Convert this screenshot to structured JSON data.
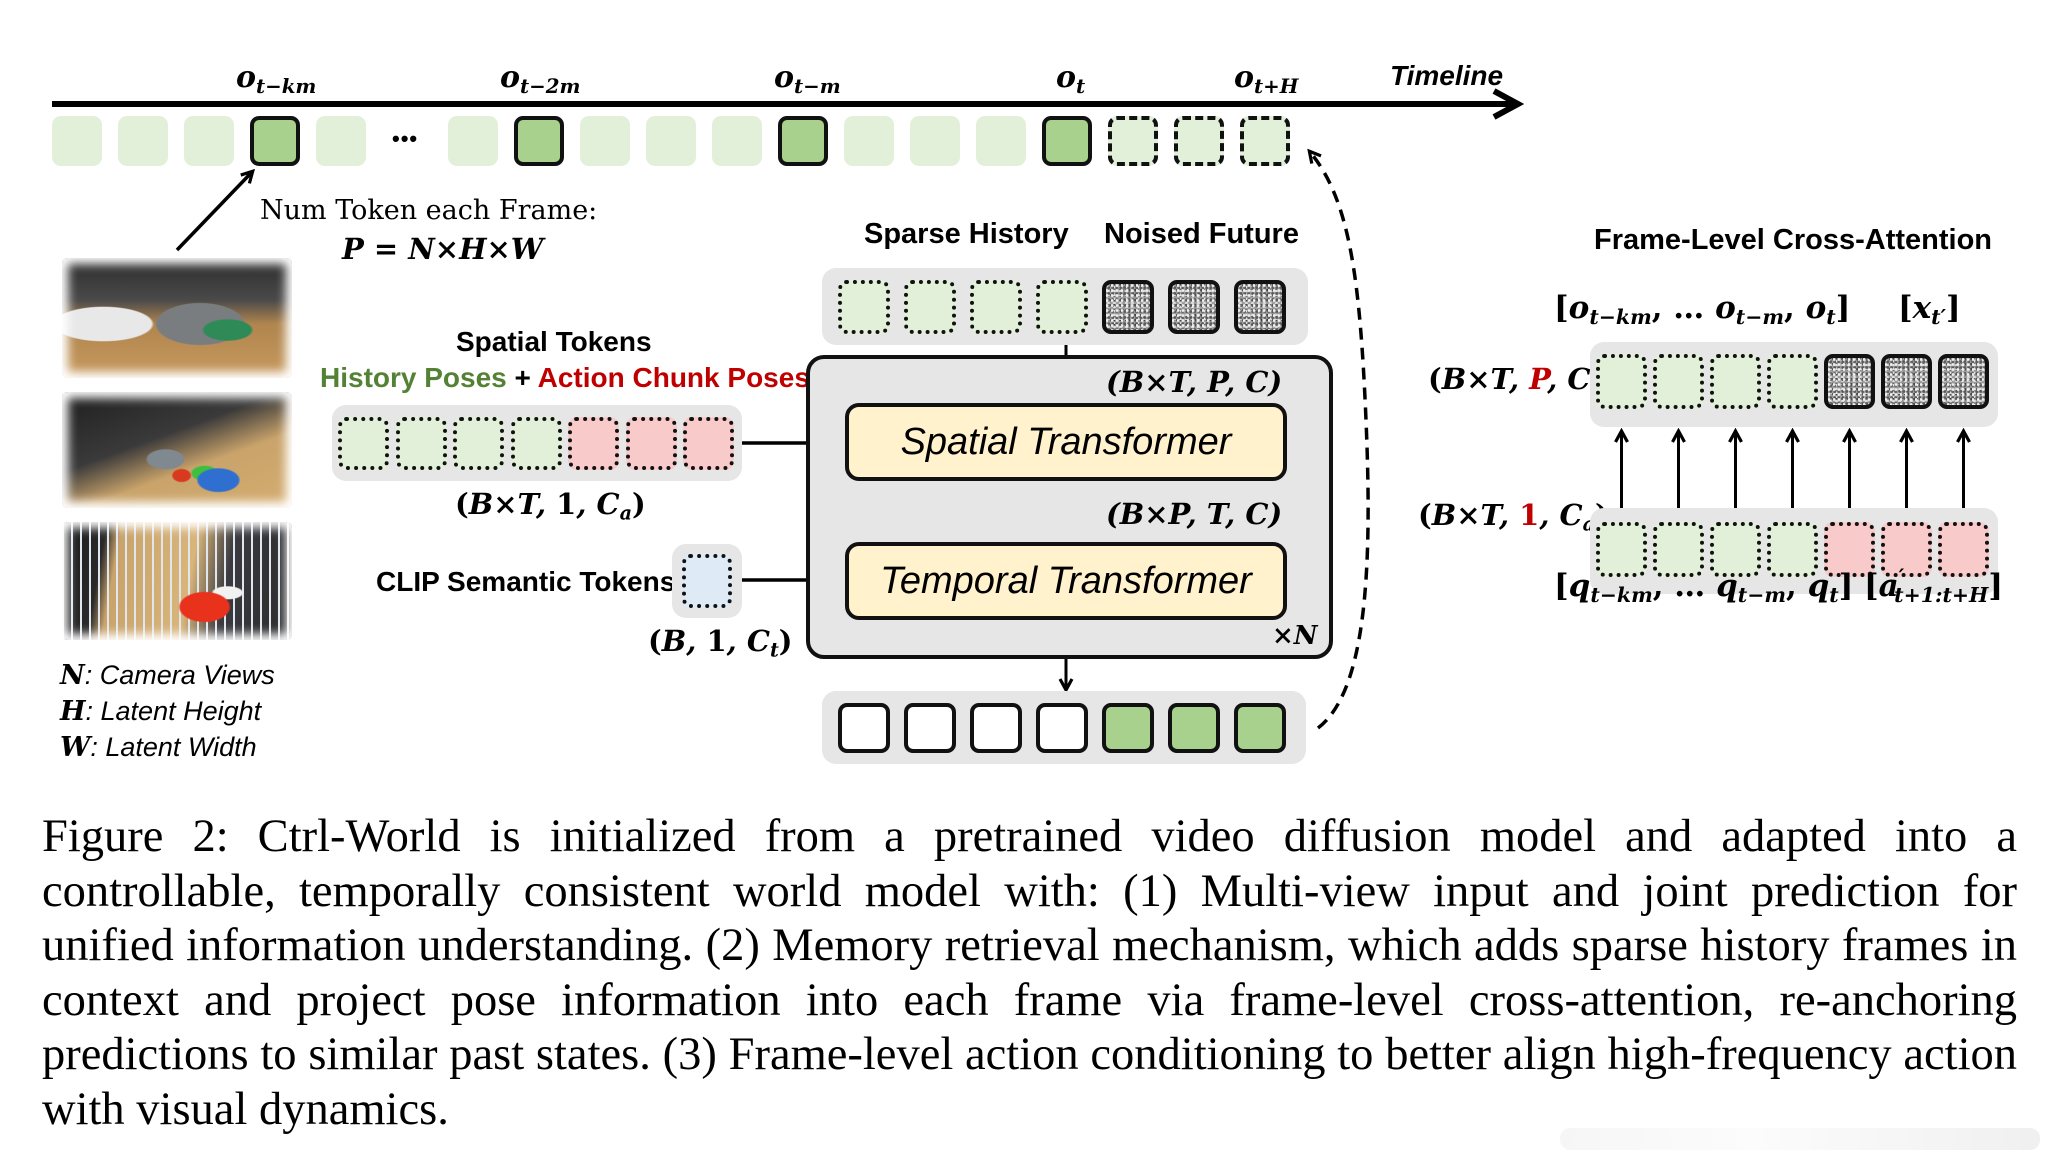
{
  "timeline": {
    "label": "Timeline",
    "markers": [
      {
        "base": "o",
        "sub": "t−km"
      },
      {
        "base": "o",
        "sub": "t−2m"
      },
      {
        "base": "o",
        "sub": "t−m"
      },
      {
        "base": "o",
        "sub": "t"
      },
      {
        "base": "o",
        "sub": "t+H"
      }
    ],
    "ellipsis": "•••",
    "frames": [
      "faint",
      "faint",
      "faint",
      "key",
      "faint",
      "gap",
      "faint",
      "key",
      "faint",
      "faint",
      "faint",
      "key",
      "faint",
      "faint",
      "faint",
      "key",
      "future",
      "future",
      "future"
    ]
  },
  "num_token": {
    "line1": "Num Token each Frame:",
    "formula": "P = N×H×W"
  },
  "camera_views": {
    "images": [
      "camera-view-1",
      "camera-view-2",
      "camera-view-3"
    ],
    "legend": [
      {
        "sym": "N",
        "text": ": Camera Views"
      },
      {
        "sym": "H",
        "text": ": Latent Height"
      },
      {
        "sym": "W",
        "text": ": Latent Width"
      }
    ]
  },
  "spatial_tokens": {
    "title": "Spatial Tokens",
    "history_label": "History Poses",
    "plus": " + ",
    "action_label": "Action Chunk Poses",
    "tokens": [
      "history",
      "history",
      "history",
      "history",
      "action",
      "action",
      "action"
    ],
    "shape": {
      "open": "(B×T, ",
      "one": "1",
      "sep": ", ",
      "c": "C",
      "sub": "a",
      "close": ")"
    }
  },
  "clip_tokens": {
    "label": "CLIP Semantic Tokens",
    "shape": {
      "open": "(B, ",
      "one": "1",
      "sep": ", ",
      "c": "C",
      "sub": "t",
      "close": ")"
    }
  },
  "input_sequence": {
    "history_label": "Sparse History",
    "future_label": "Noised Future",
    "tokens": [
      "history",
      "history",
      "history",
      "history",
      "noise",
      "noise",
      "noise"
    ]
  },
  "transformer_block": {
    "spatial": "Spatial Transformer",
    "temporal": "Temporal Transformer",
    "shape_in": "(B×T, P, C)",
    "shape_mid": "(B×P, T, C)",
    "repeat": "×N"
  },
  "output_sequence": {
    "tokens": [
      "empty",
      "empty",
      "empty",
      "empty",
      "predicted",
      "predicted",
      "predicted"
    ]
  },
  "cross_attention": {
    "title": "Frame-Level Cross-Attention",
    "top_label_left": {
      "parts": [
        "[",
        "o",
        "t−km",
        ", … ",
        "o",
        "t−m",
        ", ",
        "o",
        "t",
        "]"
      ]
    },
    "top_label_right": "[x_t′]",
    "row1_shape": {
      "open": "(B×T, ",
      "hl": "P",
      "close": ", C)"
    },
    "row2_shape": {
      "open": "(B×T, ",
      "hl": "1",
      "sep": ", ",
      "c": "C",
      "sub": "a",
      "close": ")"
    },
    "row1_tokens": [
      "history",
      "history",
      "history",
      "history",
      "noise",
      "noise",
      "noise"
    ],
    "row2_tokens": [
      "history",
      "history",
      "history",
      "history",
      "action",
      "action",
      "action"
    ],
    "bottom_label_left": "[q_t−km, … q_t−m, q_t]",
    "bottom_label_right": "[a′_t+1:t+H]"
  },
  "colors": {
    "key_frame_green": "#a9d18e",
    "faint_green": "#e2f0d9",
    "action_pink": "#f8cbca",
    "clip_blue": "#deebf7",
    "transformer_yellow": "#fff2cc",
    "history_text_green": "#548235",
    "action_text_red": "#c00000",
    "panel_gray": "#e6e6e6"
  },
  "caption": {
    "text": "Figure 2:  Ctrl-World is initialized from a pretrained video diffusion model and adapted into a controllable, temporally consistent world model with: (1) Multi-view input and joint prediction for unified information understanding.  (2) Memory retrieval mechanism, which adds sparse history frames in context and project pose information into each frame via frame-level cross-attention, re-anchoring predictions to similar past states. (3) Frame-level action conditioning to better align high-frequency action with visual dynamics."
  }
}
